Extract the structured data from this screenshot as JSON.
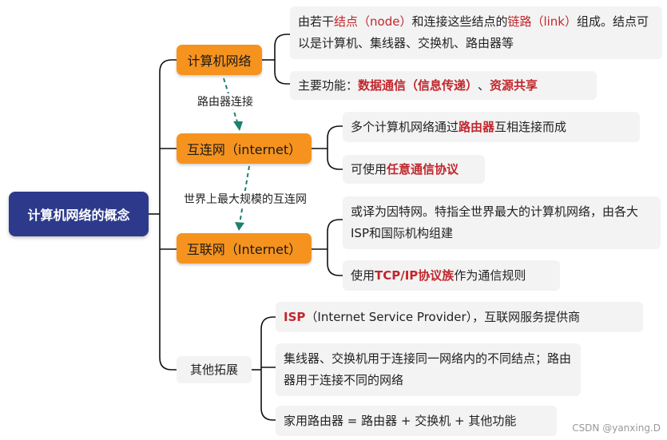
{
  "root": "计算机网络的概念",
  "branches": {
    "b1": {
      "label": "计算机网络",
      "leaf1": {
        "p1": "由若干",
        "r1": "结点（node）",
        "p2": "和连接这些结点的",
        "r2": "链路（link）",
        "p3": "组成。结点可以是计算机、集线器、交换机、路由器等"
      },
      "leaf2": {
        "p1": "主要功能：",
        "r1": "数据通信（信息传递）",
        "p2": "、",
        "r2": "资源共享"
      }
    },
    "b2": {
      "label": "互连网（internet）",
      "leaf1": {
        "p1": "多个计算机网络通过",
        "r1": "路由器",
        "p2": "互相连接而成"
      },
      "leaf2": {
        "p1": "可使用",
        "r1": "任意通信协议"
      }
    },
    "b3": {
      "label": "互联网（Internet）",
      "leaf1": "或译为因特网。特指全世界最大的计算机网络，由各大ISP和国际机构组建",
      "leaf2": {
        "p1": "使用",
        "r1": "TCP/IP协议族",
        "p2": "作为通信规则"
      }
    },
    "b4": {
      "label": "其他拓展",
      "leaf1": {
        "r1": "ISP",
        "p1": "（Internet Service Provider），互联网服务提供商"
      },
      "leaf2": "集线器、交换机用于连接同一网络内的不同结点；路由器用于连接不同的网络",
      "leaf3": "家用路由器 = 路由器 + 交换机 + 其他功能"
    }
  },
  "connectors": {
    "c1": "路由器连接",
    "c2": "世界上最大规模的互连网"
  },
  "colors": {
    "root_bg": "#2d3a8c",
    "branch_bg": "#f6931e",
    "highlight": "#c0272d",
    "arrow": "#1e7f6e"
  },
  "watermark": "CSDN @yanxing.D"
}
